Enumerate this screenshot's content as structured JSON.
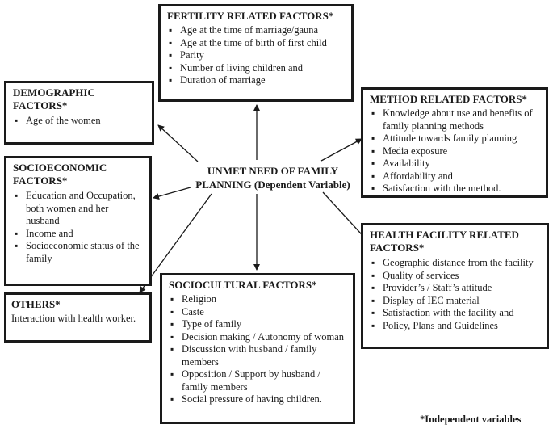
{
  "center": {
    "line1": "UNMET NEED OF FAMILY",
    "line2": "PLANNING (Dependent Variable)"
  },
  "boxes": {
    "fertility": {
      "title": "FERTILITY RELATED FACTORS*",
      "items": [
        "Age at the time of marriage/gauna",
        "Age at the time of birth of first child",
        "Parity",
        "Number of living children and",
        "Duration of marriage"
      ]
    },
    "demographic": {
      "title_line1": "DEMOGRAPHIC",
      "title_line2": "FACTORS*",
      "items": [
        "Age of the women"
      ]
    },
    "method": {
      "title": "METHOD RELATED FACTORS*",
      "items": [
        "Knowledge about use and benefits of family planning methods",
        "Attitude towards family planning",
        "Media exposure",
        "Availability",
        "Affordability and",
        "Satisfaction with the method."
      ]
    },
    "socioeconomic": {
      "title_line1": "SOCIOECONOMIC",
      "title_line2": "FACTORS*",
      "items": [
        "Education and Occupation, both women and her husband",
        "Income and",
        "Socioeconomic status of the family"
      ]
    },
    "health": {
      "title_line1": "HEALTH FACILITY RELATED",
      "title_line2": "FACTORS*",
      "items": [
        "Geographic distance from the facility",
        "Quality of services",
        "Provider’s / Staff’s attitude",
        "Display of IEC material",
        "Satisfaction with the facility and",
        "Policy, Plans and Guidelines"
      ]
    },
    "others": {
      "title": "OTHERS*",
      "text": "Interaction with health worker."
    },
    "sociocultural": {
      "title": "SOCIOCULTURAL FACTORS*",
      "items": [
        "Religion",
        "Caste",
        "Type of family",
        "Decision making / Autonomy of woman",
        "Discussion with husband / family members",
        "Opposition / Support by husband / family members",
        "Social pressure of having children."
      ]
    }
  },
  "footnote": "*Independent variables"
}
